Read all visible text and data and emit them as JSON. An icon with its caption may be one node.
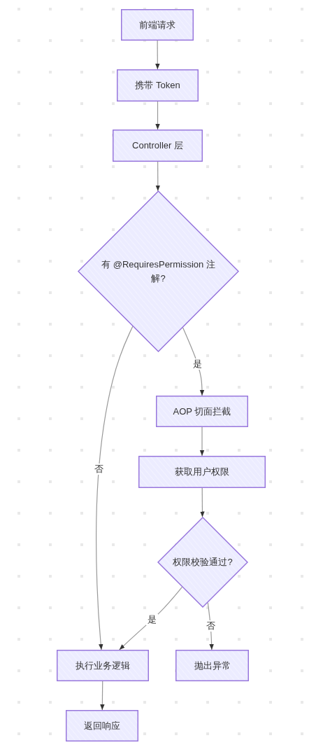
{
  "diagram": {
    "nodes": [
      {
        "text": [
          "前端请求"
        ]
      },
      {
        "text": [
          "携带 Token"
        ]
      },
      {
        "text": [
          "Controller 层"
        ]
      },
      {
        "text": [
          "有 @RequiresPermission 注解?"
        ]
      },
      {
        "text": [
          "AOP 切面拦截"
        ]
      },
      {
        "text": [
          "获取用户权限"
        ]
      },
      {
        "text": [
          "权限校验通过?"
        ]
      },
      {
        "text": [
          "执行业务逻辑"
        ]
      },
      {
        "text": [
          "抛出异常"
        ]
      },
      {
        "text": [
          "返回响应"
        ]
      }
    ],
    "edges": [
      {
        "from": 0,
        "to": 1,
        "arrow": "to"
      },
      {
        "from": 1,
        "to": 2,
        "arrow": "to"
      },
      {
        "from": 2,
        "to": 3,
        "arrow": "to"
      },
      {
        "from": 3,
        "to": 4,
        "label": "是",
        "arrow": "to"
      },
      {
        "from": 3,
        "to": 7,
        "label": "否",
        "arrow": "to"
      },
      {
        "from": 4,
        "to": 5,
        "arrow": "to"
      },
      {
        "from": 5,
        "to": 6,
        "arrow": "to"
      },
      {
        "from": 6,
        "to": 7,
        "label": "是",
        "arrow": "to"
      },
      {
        "from": 6,
        "to": 8,
        "label": "否",
        "arrow": "to"
      },
      {
        "from": 7,
        "to": 9,
        "arrow": "to"
      }
    ]
  }
}
